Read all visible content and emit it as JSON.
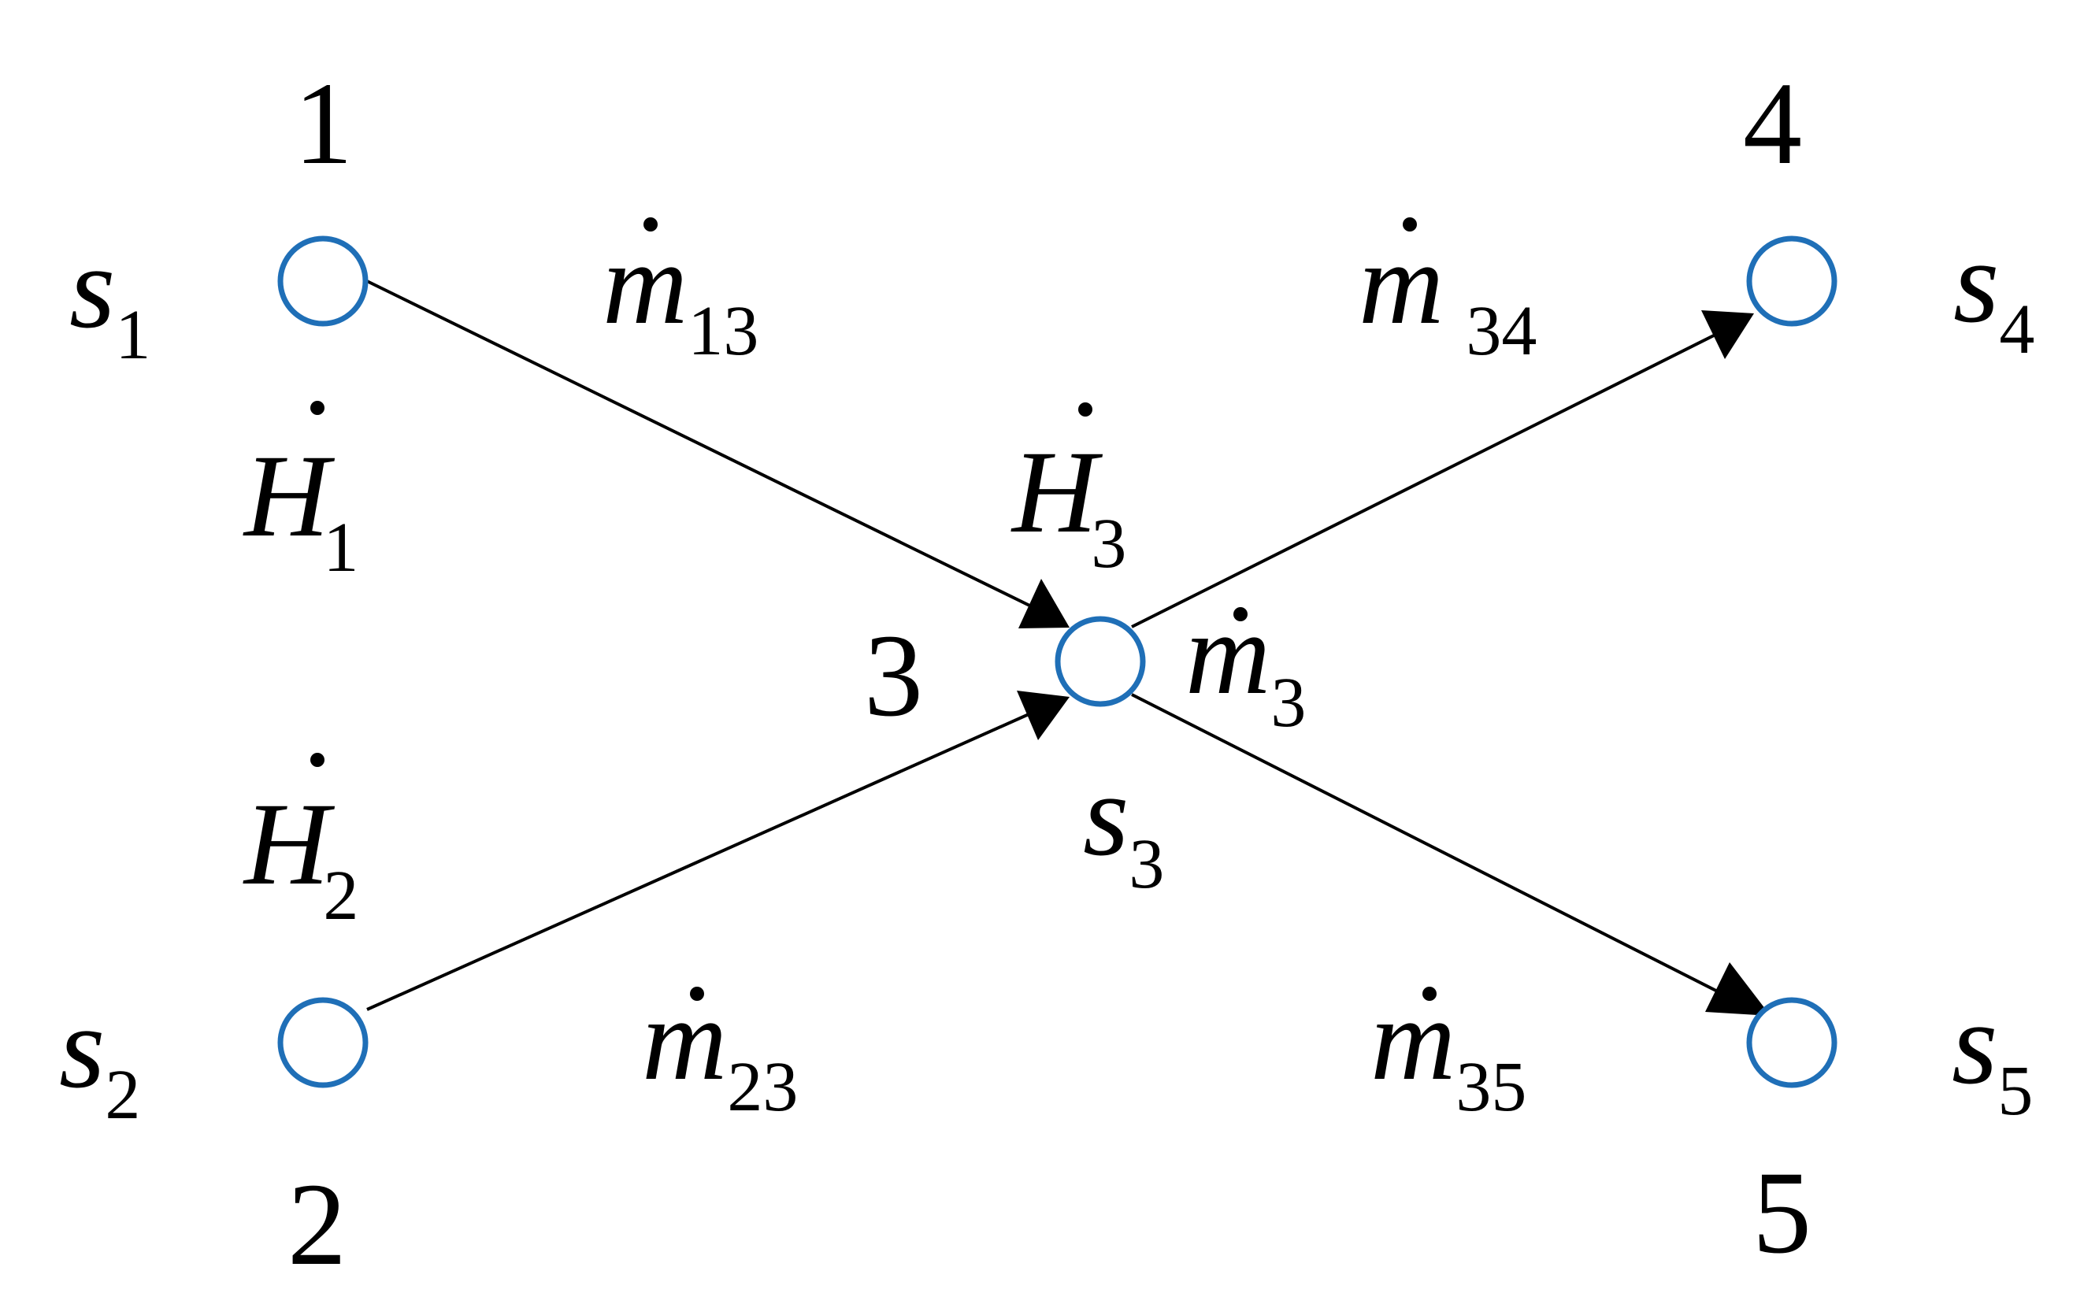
{
  "nodes": [
    {
      "id": "1",
      "number": "1",
      "s_sym": "s",
      "s_sub": "1",
      "h_sym": "H",
      "h_sub": "1"
    },
    {
      "id": "2",
      "number": "2",
      "s_sym": "s",
      "s_sub": "2",
      "h_sym": "H",
      "h_sub": "2"
    },
    {
      "id": "3",
      "number": "3",
      "s_sym": "s",
      "s_sub": "3",
      "h_sym": "H",
      "h_sub": "3",
      "m_sym": "m",
      "m_sub": "3"
    },
    {
      "id": "4",
      "number": "4",
      "s_sym": "s",
      "s_sub": "4"
    },
    {
      "id": "5",
      "number": "5",
      "s_sym": "s",
      "s_sub": "5"
    }
  ],
  "edges": [
    {
      "from": "1",
      "to": "3",
      "m_sym": "m",
      "m_sub": "13"
    },
    {
      "from": "2",
      "to": "3",
      "m_sym": "m",
      "m_sub": "23"
    },
    {
      "from": "3",
      "to": "4",
      "m_sym": "m",
      "m_sub": "34"
    },
    {
      "from": "3",
      "to": "5",
      "m_sym": "m",
      "m_sub": "35"
    }
  ],
  "colors": {
    "node_stroke": "#1f6fb7",
    "edge": "#000000",
    "text": "#000000"
  }
}
